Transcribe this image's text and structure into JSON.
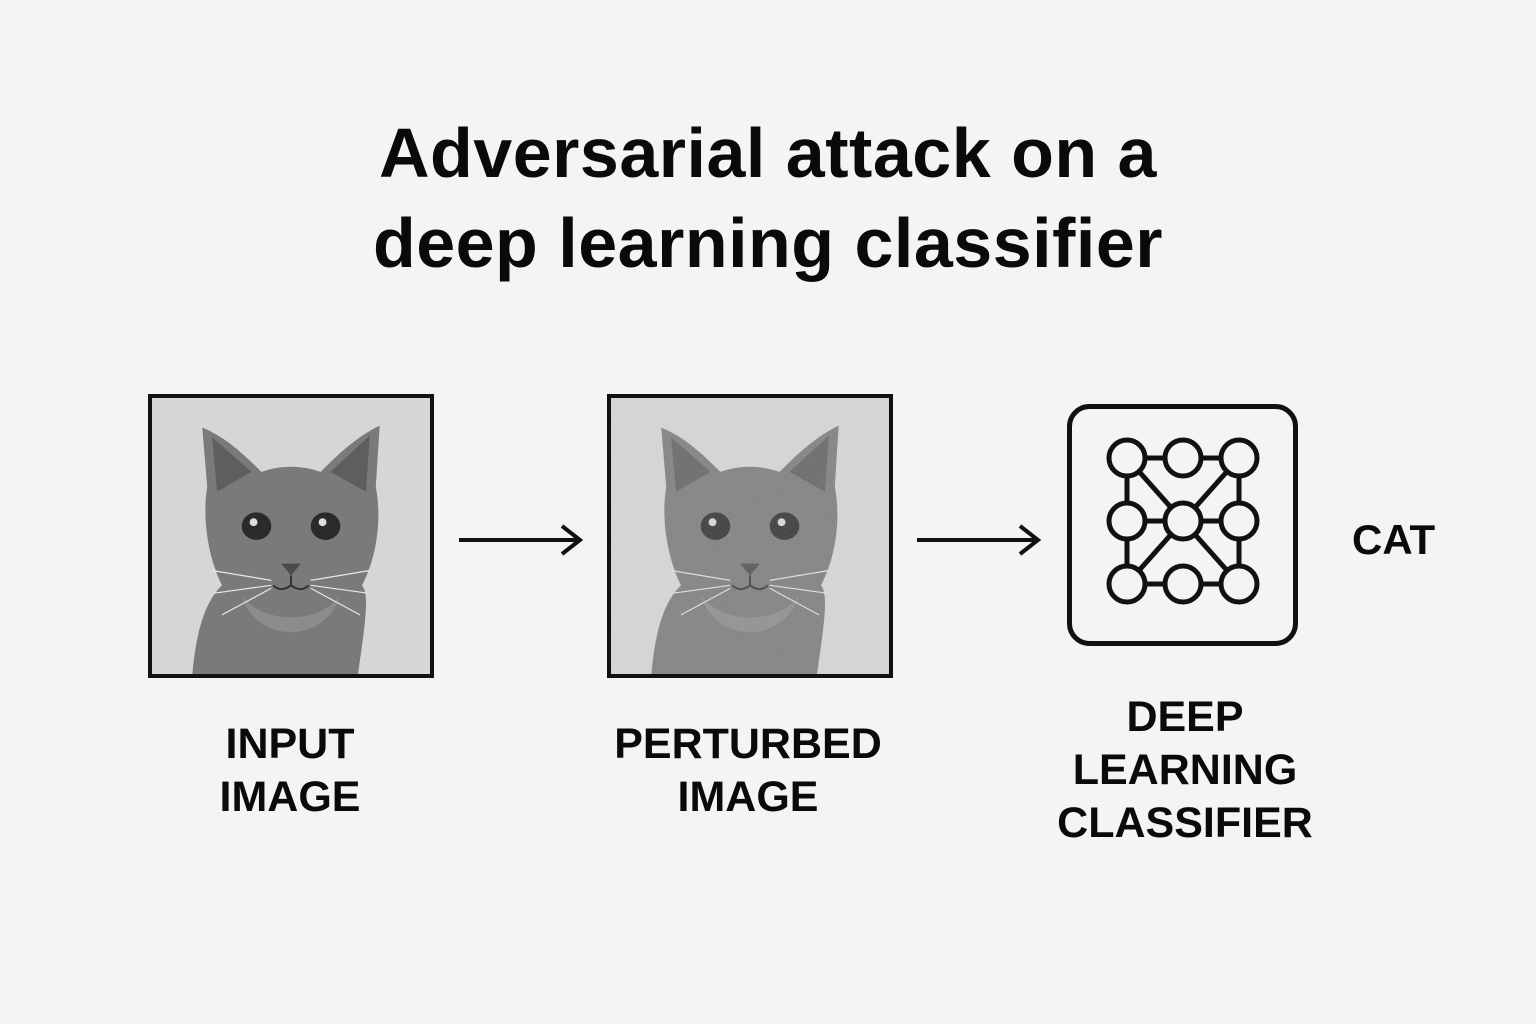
{
  "title": {
    "line1": "Adversarial attack on a",
    "line2": "deep learning classifier"
  },
  "steps": [
    {
      "label_line1": "INPUT",
      "label_line2": "IMAGE",
      "icon": "cat-photo"
    },
    {
      "label_line1": "PERTURBED",
      "label_line2": "IMAGE",
      "icon": "noisy-cat-photo"
    },
    {
      "label_line1": "DEEP",
      "label_line2": "LEARNING",
      "label_line3": "CLASSIFIER",
      "icon": "neural-network-icon"
    }
  ],
  "output": {
    "label": "CAT"
  },
  "colors": {
    "background": "#f4f4f6",
    "ink": "#0a0a0a"
  }
}
